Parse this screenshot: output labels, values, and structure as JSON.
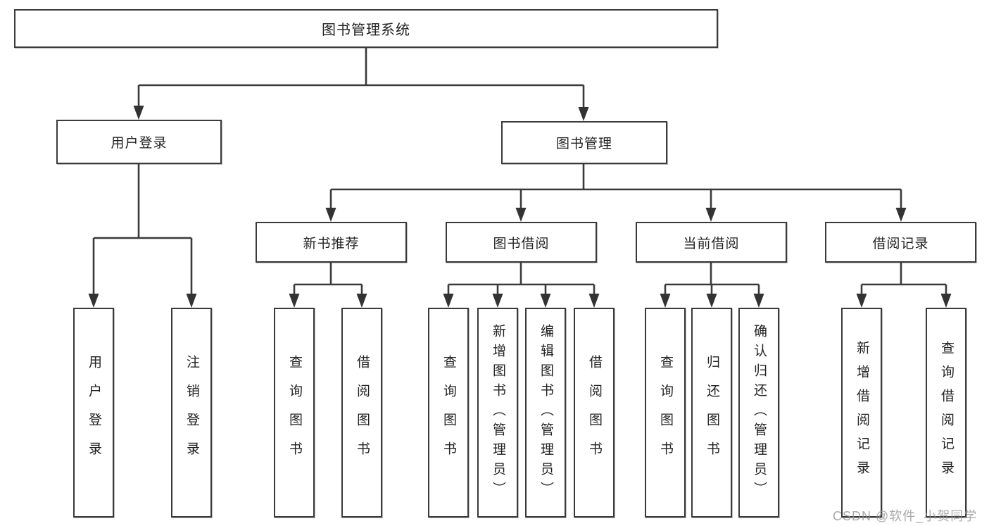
{
  "tree": {
    "root": {
      "label": "图书管理系统"
    },
    "children": [
      {
        "label": "用户登录",
        "children": [
          {
            "label": "用户登录"
          },
          {
            "label": "注销登录"
          }
        ]
      },
      {
        "label": "图书管理",
        "children": [
          {
            "label": "新书推荐",
            "children": [
              {
                "label": "查询图书"
              },
              {
                "label": "借阅图书"
              }
            ]
          },
          {
            "label": "图书借阅",
            "children": [
              {
                "label": "查询图书"
              },
              {
                "label": "新增图书（管理员）"
              },
              {
                "label": "编辑图书（管理员）"
              },
              {
                "label": "借阅图书"
              }
            ]
          },
          {
            "label": "当前借阅",
            "children": [
              {
                "label": "查询图书"
              },
              {
                "label": "归还图书"
              },
              {
                "label": "确认归还（管理员）"
              }
            ]
          },
          {
            "label": "借阅记录",
            "children": [
              {
                "label": "新增借阅记录"
              },
              {
                "label": "查询借阅记录"
              }
            ]
          }
        ]
      }
    ]
  },
  "watermark": {
    "text": "CSDN @软件_小贺同学"
  },
  "colors": {
    "line": "#3a3a3a",
    "box_border": "#3a3a3a",
    "box_fill": "#ffffff",
    "background": "#ffffff",
    "watermark": "#949494"
  }
}
